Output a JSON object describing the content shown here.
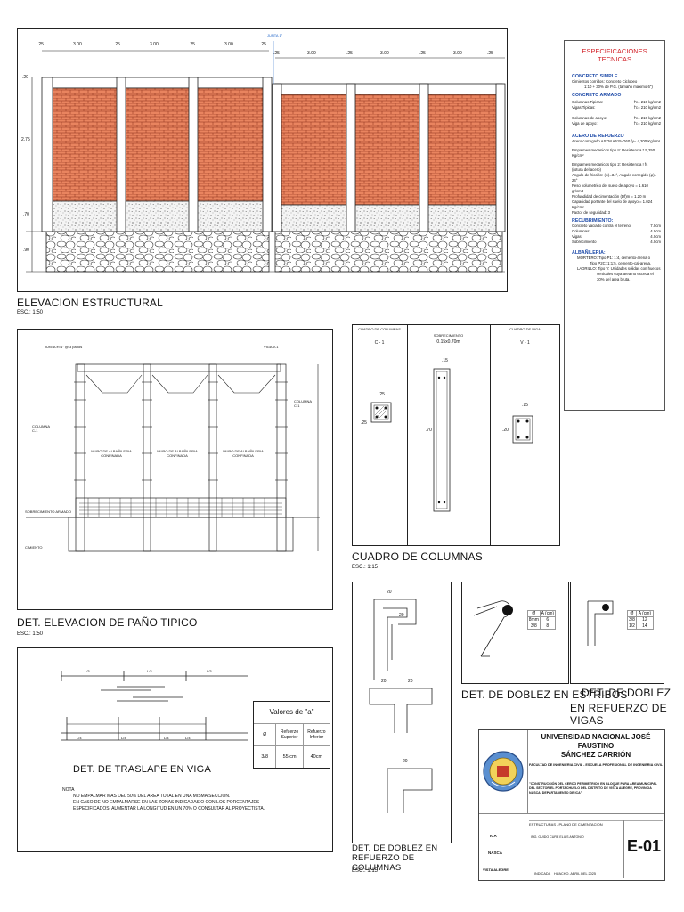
{
  "elevation": {
    "top_dims_left": [
      ".25",
      "3.00",
      ".25",
      "3.00",
      ".25",
      "3.00",
      ".25"
    ],
    "top_dims_right": [
      ".25",
      "3.00",
      ".25",
      "3.00",
      ".25",
      "3.00",
      ".25"
    ],
    "joint_label": "JUNTA 1\"",
    "side_dims": [
      ".20",
      "2.75",
      ".70",
      ".90"
    ],
    "title": "ELEVACION ESTRUCTURAL",
    "scale": "ESC.: 1:50"
  },
  "specs": {
    "title": "ESPECIFICACIONES TECNICAS",
    "concreto_simple_h": "CONCRETO SIMPLE",
    "concreto_simple": [
      "Cimientos corridos: Concreto Ciclopeo",
      "1:10 + 30% de P.G. (tamaño maximo 6\")"
    ],
    "concreto_armado_h": "CONCRETO ARMADO",
    "concreto_armado": [
      {
        "k": "Columnas Tipicas:",
        "v": "f'c= 210 kg/cm2"
      },
      {
        "k": "Vigas Tipicas:",
        "v": "f'c= 210 kg/cm2"
      },
      {
        "k": "Columnas de apoyo:",
        "v": "f'c= 210 kg/cm2"
      },
      {
        "k": "Viga de apoyo:",
        "v": "f'c= 210 kg/cm2"
      }
    ],
    "acero_h": "ACERO DE REFUERZO",
    "acero": [
      "Acero corrugado ASTM A615-G60 fy= 4,200 Kg/cm²",
      "Empalmes mecanicos tipo II: Resistencia * 5,250",
      "Kg/cm²",
      "Empalmes mecanicos tipo 2: Resistencia ! fs",
      "(rotura del acero)",
      "Angulo de fricción: (φ)=34°, Angulo corregido (φ)=",
      "24°",
      "Peso volumetrico del suelo de apoyo = 1.610",
      "gr/cm3",
      "Profundidad de cimentación (Df)m = 1.20 m",
      "Capacidad portante del suelo de apoyo = 1.024",
      "Kg/cm²",
      "Factor de seguridad: 3"
    ],
    "recub_h": "RECUBRIMIENTO:",
    "recub": [
      {
        "k": "Concreto vaciado contra el terreno:",
        "v": "7.0cm"
      },
      {
        "k": "Columnas:",
        "v": "4.0cm"
      },
      {
        "k": "Vigas:",
        "v": "4.0cm"
      },
      {
        "k": "Sobrecimiento",
        "v": "4.0cm"
      }
    ],
    "alba_h": "ALBAÑILERIA:",
    "alba": [
      "MORTERO: Tipo P1: 1:4, cemento-arena ó",
      "Tipo P2C: 1:1:5, cemento-cal-arena.",
      "",
      "LADRILLO: Tipo V: Unidades solidas con huecos",
      "verticales cuya area no exceda el",
      "30% del area bruta."
    ]
  },
  "panel": {
    "title": "DET. ELEVACION DE PAÑO TIPICO",
    "scale": "ESC.: 1:50",
    "labels": {
      "junta": "JUNTA e=1\" @ 3 paños",
      "viga": "VIGA V-1",
      "columna": "COLUMNA C-1",
      "columna_r": "COLUMNA C-1",
      "sobrecimiento": "SOBRECIMIENTO ARMADO",
      "cimiento": "CIMIENTO",
      "muro": "MURO DE ALBAÑILERIA CONFINADA"
    }
  },
  "cuadro": {
    "col1": "CUADRO DE COLUMNAS",
    "col1_sub": "C - 1",
    "col2": "SOBRECIMIENTO",
    "col2_sub": "0.15x0.70m",
    "col3": "CUADRO DE VIGA",
    "col3_sub": "V - 1",
    "dim_c": ".25",
    "dim_s_top": ".15",
    "dim_s_h": ".70",
    "dim_v_top": ".15",
    "dim_v_h": ".20",
    "title": "CUADRO DE COLUMNAS",
    "scale": "ESC.: 1:15"
  },
  "doblez_refuerzo": {
    "dims": [
      "20",
      "20",
      "20",
      "20",
      "20"
    ],
    "title": "DET. DE DOBLEZ EN REFUERZO DE COLUMNAS",
    "scale": "ESC.: 1:15"
  },
  "estribos": {
    "title": "DET. DE DOBLEZ EN ESTRIBOS",
    "table": [
      [
        "Ø",
        "A (cm)"
      ],
      [
        "8mm",
        "6"
      ],
      [
        "3/8",
        "8"
      ]
    ]
  },
  "vigas_doblez": {
    "title_1": "DET. DE DOBLEZ",
    "title_2": "EN REFUERZO DE VIGAS",
    "table": [
      [
        "Ø",
        "A (cm)"
      ],
      [
        "3/8",
        "12"
      ],
      [
        "1/2",
        "14"
      ]
    ]
  },
  "traslape": {
    "title": "DET. DE TRASLAPE EN VIGA",
    "top_labels": [
      "L/3",
      "L/3",
      "L/3"
    ],
    "bot_labels": [
      "L/4",
      "L/4",
      "L/4",
      "L/4"
    ],
    "valores_title": "Valores de \"a\"",
    "valores_head": [
      "Ø",
      "Refuerzo Superior",
      "Refuerzo Inferior"
    ],
    "valores_row": [
      "3/8",
      "55 cm",
      "40cm"
    ],
    "nota_h": "NOTA",
    "notas": [
      "NO EMPALMAR MAS DEL 50% DEL AREA TOTAL EN UNA MISMA SECCION.",
      "EN CASO DE NO EMPALMARSE EN LAS ZONAS INDICADAS O CON LOS PORCENTAJES ESPECIFICADOS, AUMENTAR LA LONGITUD EN UN 70% O CONSULTAR AL PROYECTISTA."
    ]
  },
  "titleblock": {
    "uni_1": "UNIVERSIDAD NACIONAL JOSÉ FAUSTINO",
    "uni_2": "SÁNCHEZ CARRIÓN",
    "faculty": "FACULTAD DE INGENIERIA CIVIL - ESCUELA PROFESIONAL DE INGENIERIA CIVIL",
    "proyecto": "\"CONSTRUCCIÓN DEL CERCO PERIMETRICO EN BLOQUE PARA AREA MUNICIPAL DEL SECTOR EL PORTACHUELO DEL DISTRITO DE VISTA ALEGRE, PROVINCIA NASCA, DEPARTAMENTO DE ICA\"",
    "plano": "ESTRUCTURAS - PLANO DE CIMENTACION",
    "revisado": "ING. GUIDO CURE ELIAS ANTONIO",
    "region": "ICA",
    "provincia": "NASCA",
    "distrito": "VISTA ALEGRE",
    "escala": "INDICADA",
    "fecha": "HUACHO, ABRIL DEL 2025",
    "code": "E-01"
  }
}
